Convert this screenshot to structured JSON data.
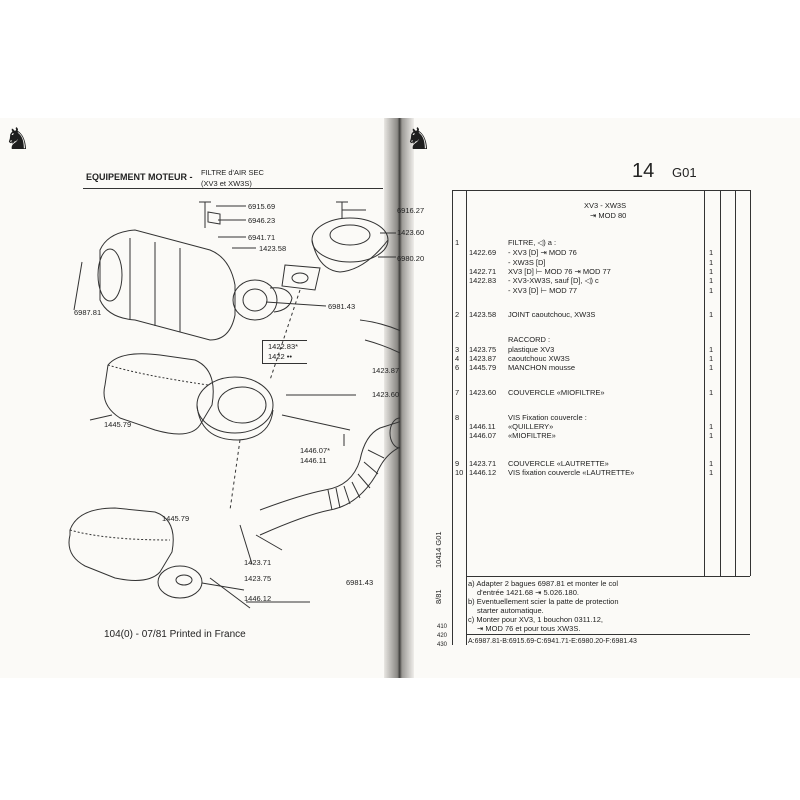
{
  "left_page": {
    "header_title": "EQUIPEMENT MOTEUR -",
    "header_sub1": "FILTRE d'AIR SEC",
    "header_sub2": "(XV3 et XW3S)",
    "footer": "104(0) - 07/81 Printed in France",
    "callouts": {
      "c6915": "6915.69",
      "c6946": "6946.23",
      "c6941": "6941.71",
      "c1423_58": "1423.58",
      "c6916": "6916.27",
      "c1423_60a": "1423.60",
      "c6980": "6980.20",
      "c6987": "6987.81",
      "c6981a": "6981.43",
      "c1422_83": "1422.83*",
      "c1422": "1422 ••",
      "c1423_87": "1423.87",
      "c1445_a": "1445.79",
      "c1423_60b": "1423.60",
      "c1446_07": "1446.07*",
      "c1446_11": "1446.11",
      "c1445_b": "1445.79",
      "c1423_71": "1423.71",
      "c1423_75": "1423.75",
      "c6981b": "6981.43",
      "c1446_12": "1446.12"
    },
    "margin_codes": [
      "104",
      "14 G01",
      "8/81"
    ],
    "margin_nums": [
      "410",
      "420",
      "430"
    ]
  },
  "right_page": {
    "section_num": "14",
    "section_code": "G01",
    "col_header1": "XV3 - XW3S",
    "col_header2": "⇥ MOD 80",
    "rows": [
      {
        "idx": "1",
        "ref": "",
        "desc": "FILTRE, ◁) a :",
        "qty": ""
      },
      {
        "idx": "",
        "ref": "1422.69",
        "desc": "- XV3 [D] ⇥ MOD 76",
        "qty": "1"
      },
      {
        "idx": "",
        "ref": "",
        "desc": "- XW3S [D]",
        "qty": "1"
      },
      {
        "idx": "",
        "ref": "1422.71",
        "desc": "XV3 [D] ⊢ MOD 76 ⇥ MOD 77",
        "qty": "1"
      },
      {
        "idx": "",
        "ref": "1422.83",
        "desc": "- XV3-XW3S, sauf [D], ◁) c",
        "qty": "1"
      },
      {
        "idx": "",
        "ref": "",
        "desc": "- XV3 [D] ⊢ MOD 77",
        "qty": "1"
      },
      {
        "idx": "2",
        "ref": "1423.58",
        "desc": "JOINT caoutchouc, XW3S",
        "qty": "1"
      },
      {
        "idx": "",
        "ref": "",
        "desc": "RACCORD :",
        "qty": ""
      },
      {
        "idx": "3",
        "ref": "1423.75",
        "desc": "plastique XV3",
        "qty": "1"
      },
      {
        "idx": "4",
        "ref": "1423.87",
        "desc": "caoutchouc XW3S",
        "qty": "1"
      },
      {
        "idx": "6",
        "ref": "1445.79",
        "desc": "MANCHON mousse",
        "qty": "1"
      },
      {
        "idx": "7",
        "ref": "1423.60",
        "desc": "COUVERCLE «MIOFILTRE»",
        "qty": "1"
      },
      {
        "idx": "8",
        "ref": "",
        "desc": "VIS Fixation couvercle :",
        "qty": ""
      },
      {
        "idx": "",
        "ref": "1446.11",
        "desc": "«QUILLERY»",
        "qty": "1"
      },
      {
        "idx": "",
        "ref": "1446.07",
        "desc": "«MIOFILTRE»",
        "qty": "1"
      },
      {
        "idx": "9",
        "ref": "1423.71",
        "desc": "COUVERCLE «LAUTRETTE»",
        "qty": "1"
      },
      {
        "idx": "10",
        "ref": "1446.12",
        "desc": "VIS fixation couvercle «LAUTRETTE»",
        "qty": "1"
      }
    ],
    "notes": [
      "a) Adapter 2 bagues 6987.81 et monter le col",
      "d'entrée 1421.68 ⇥ 5.026.180.",
      "b) Eventuellement scier la patte de protection",
      "starter automatique.",
      "c) Monter pour XV3, 1 bouchon 0311.12,",
      "⇥ MOD 76 et pour tous XW3S."
    ],
    "footer_code": "A:6987.81-B:6915.69-C:6941.71-E:6980.20-F:6981.43"
  },
  "icons": [
    "lion-emblem-icon"
  ]
}
